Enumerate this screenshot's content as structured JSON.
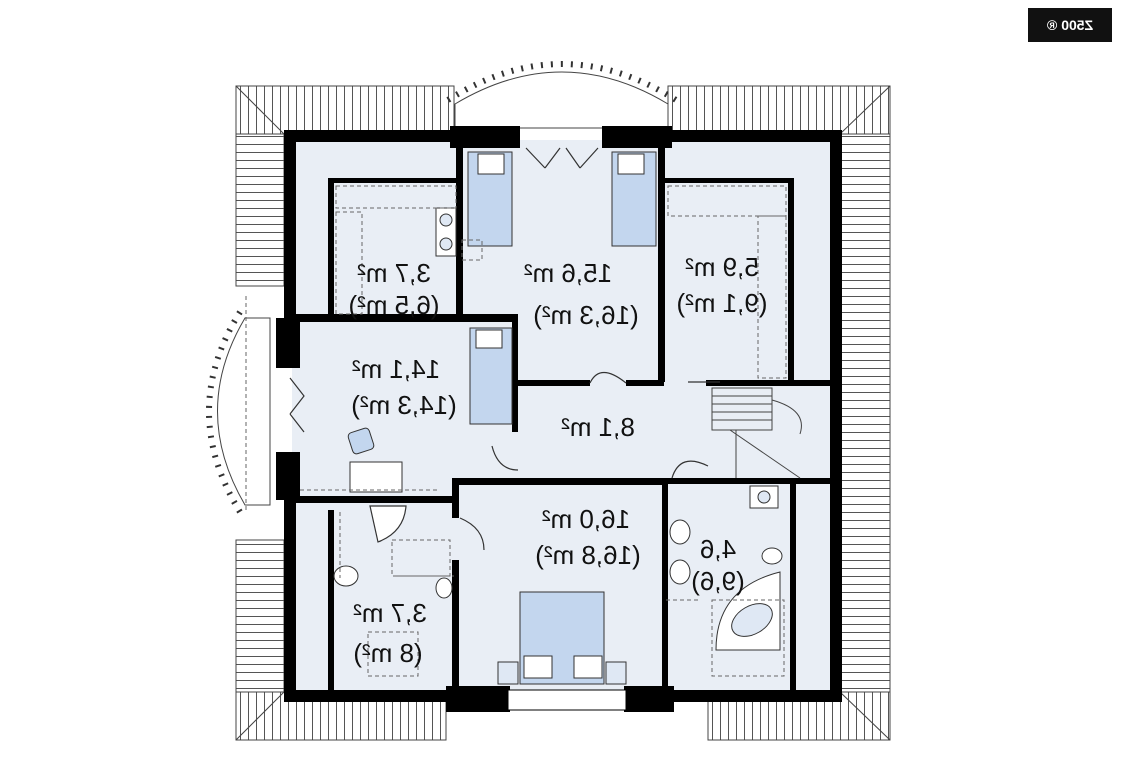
{
  "badge": "Z500 ®",
  "colors": {
    "wall": "#000000",
    "floor": "#e9eef5",
    "furniture": "#c3d6ee",
    "roof_line": "#444444",
    "badge_bg": "#111111"
  },
  "rooms": [
    {
      "id": "wardrobe-left",
      "area": "3,7 m²",
      "gross": "(6,5 m²)"
    },
    {
      "id": "bedroom-top",
      "area": "15,6 m²",
      "gross": "(16,3 m²)"
    },
    {
      "id": "wardrobe-right",
      "area": "5,9 m²",
      "gross": "(9,1 m²)"
    },
    {
      "id": "bedroom-left",
      "area": "14,1 m²",
      "gross": "(14,3 m²)"
    },
    {
      "id": "hall",
      "area": "8,1 m²"
    },
    {
      "id": "bedroom-bottom",
      "area": "16,0 m²",
      "gross": "(16,8 m²)"
    },
    {
      "id": "bathroom-left",
      "area": "3,7 m²",
      "gross": "(8 m²)"
    },
    {
      "id": "bathroom-right",
      "area": "4,6",
      "gross": "(9,6)"
    }
  ]
}
